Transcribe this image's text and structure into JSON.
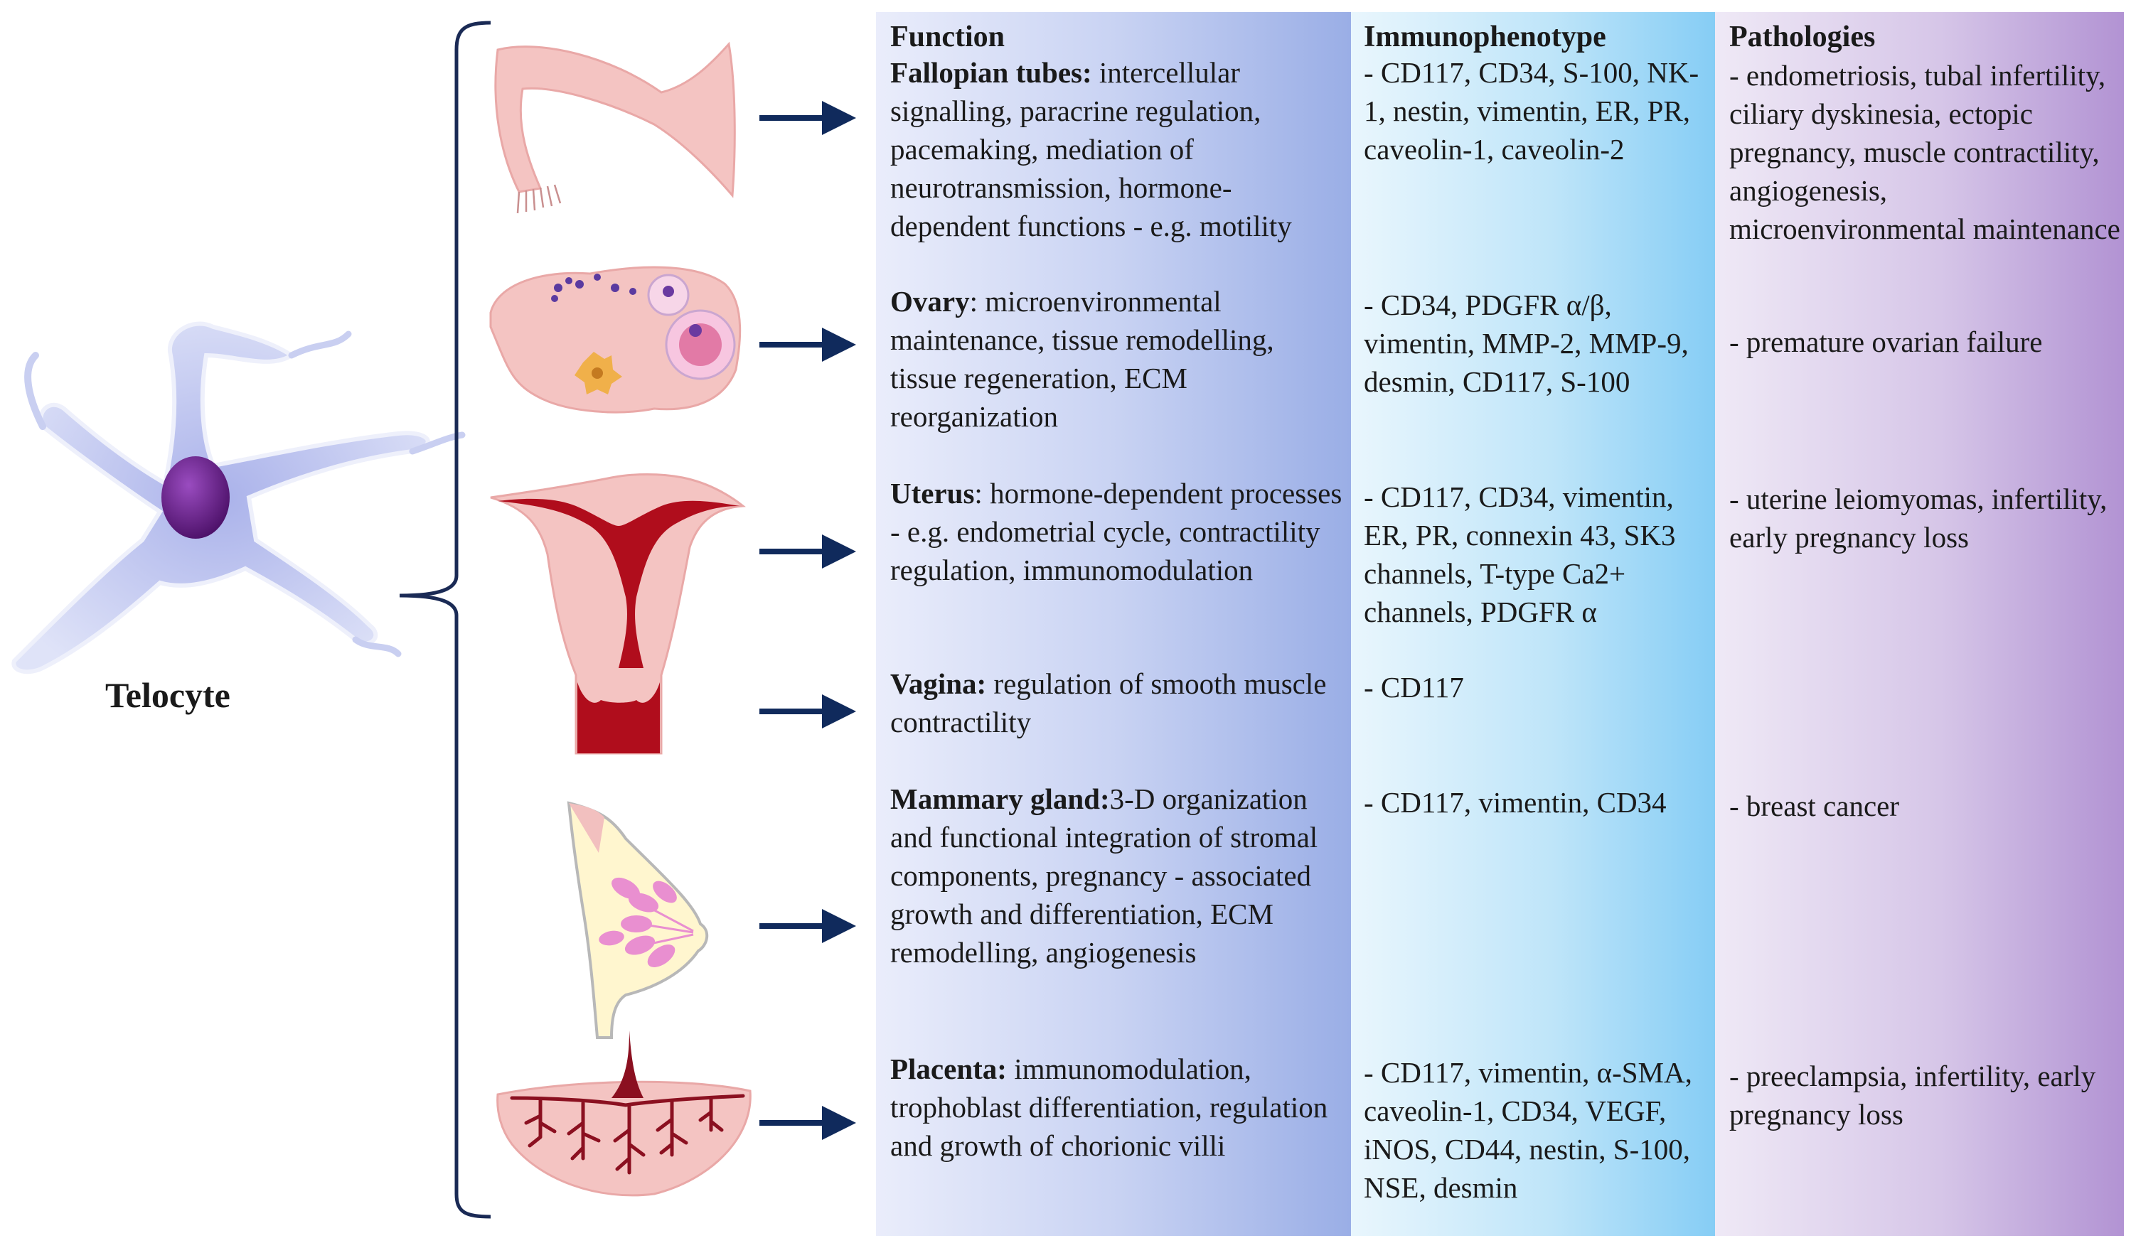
{
  "telocyte_label": "Telocyte",
  "headers": {
    "function": "Function",
    "immunophenotype": "Immunophenotype",
    "pathologies": "Pathologies"
  },
  "rows": [
    {
      "organ": "Fallopian tubes:",
      "function": " intercellular signalling, paracrine regulation, pacemaking, mediation of neurotransmission, hormone-dependent functions - e.g. motility",
      "immunophenotype": "- CD117, CD34, S-100, NK-1, nestin, vimentin, ER, PR, caveolin-1, caveolin-2",
      "pathologies": "- endometriosis, tubal infertility, ciliary dyskinesia, ectopic pregnancy, muscle contractility, angiogenesis, microenvironmental maintenance"
    },
    {
      "organ": "Ovary",
      "function": ": microenvironmental maintenance, tissue remodelling, tissue regeneration, ECM reorganization",
      "immunophenotype": "- CD34, PDGFR α/β, vimentin, MMP-2, MMP-9, desmin, CD117, S-100",
      "pathologies": "- premature ovarian failure"
    },
    {
      "organ": "Uterus",
      "function": ": hormone-dependent processes - e.g. endometrial cycle, contractility regulation, immunomodulation",
      "immunophenotype": "- CD117, CD34, vimentin, ER, PR, connexin 43, SK3 channels, T-type Ca2+ channels, PDGFR α",
      "pathologies": "- uterine leiomyomas, infertility, early pregnancy loss"
    },
    {
      "organ": "Vagina:",
      "function": " regulation of smooth muscle contractility",
      "immunophenotype": "- CD117",
      "pathologies": ""
    },
    {
      "organ": "Mammary gland:",
      "function": "3-D organization and functional integration of stromal components, pregnancy - associated growth and differentiation, ECM remodelling, angiogenesis",
      "immunophenotype": "- CD117, vimentin, CD34",
      "pathologies": "- breast cancer"
    },
    {
      "organ": "Placenta:",
      "function": " immunomodulation, trophoblast differentiation, regulation and growth of chorionic villi",
      "immunophenotype": "- CD117, vimentin, α-SMA, caveolin-1, CD34, VEGF, iNOS, CD44, nestin, S-100, NSE, desmin",
      "pathologies": "- preeclampsia, infertility, early pregnancy loss"
    }
  ],
  "colors": {
    "arrow": "#102a5c",
    "bracket": "#1a2a55",
    "telocyte_body": "#c7cdf0",
    "telocyte_nucleus": "#5b1a7a",
    "tissue_pink": "#f4c4c2",
    "uterus_red": "#b00d1c",
    "breast_pink": "#e98fd0",
    "placenta_vessel": "#8b1020"
  }
}
